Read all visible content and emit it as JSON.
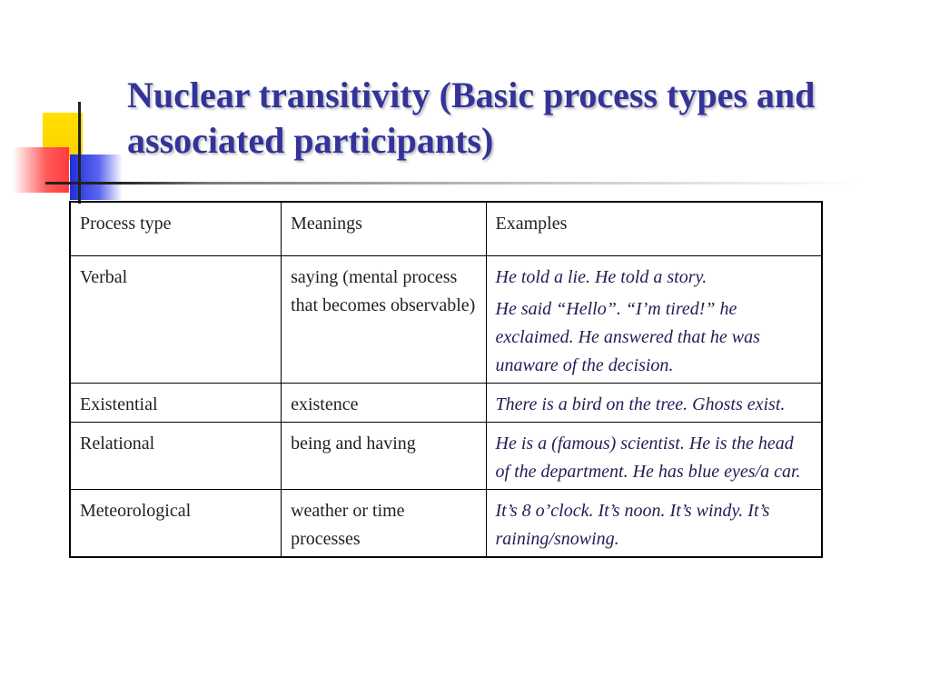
{
  "slide": {
    "title": "Nuclear transitivity (Basic process types and associated participants)"
  },
  "table": {
    "headers": [
      "Process type",
      "Meanings",
      "Examples"
    ],
    "rows": [
      {
        "process_type": "Verbal",
        "meaning": "saying (mental process that becomes observable)",
        "examples": [
          "He told a lie. He told a story.",
          "He said “Hello”. “I’m tired!” he exclaimed. He answered that he was unaware of the decision."
        ]
      },
      {
        "process_type": "Existential",
        "meaning": "existence",
        "examples": [
          "There is a bird on the tree. Ghosts exist."
        ]
      },
      {
        "process_type": "Relational",
        "meaning": "being and having",
        "examples": [
          "He is a (famous) scientist. He is the head of the department. He has blue eyes/a car."
        ]
      },
      {
        "process_type": "Meteorological",
        "meaning": "weather or time processes",
        "examples": [
          "It’s 8 o’clock. It’s noon. It’s windy. It’s raining/snowing."
        ]
      }
    ]
  },
  "colors": {
    "title": "#333399",
    "accent_yellow": "#ffd800",
    "accent_red": "#ff4040",
    "accent_blue": "#2233dd"
  }
}
